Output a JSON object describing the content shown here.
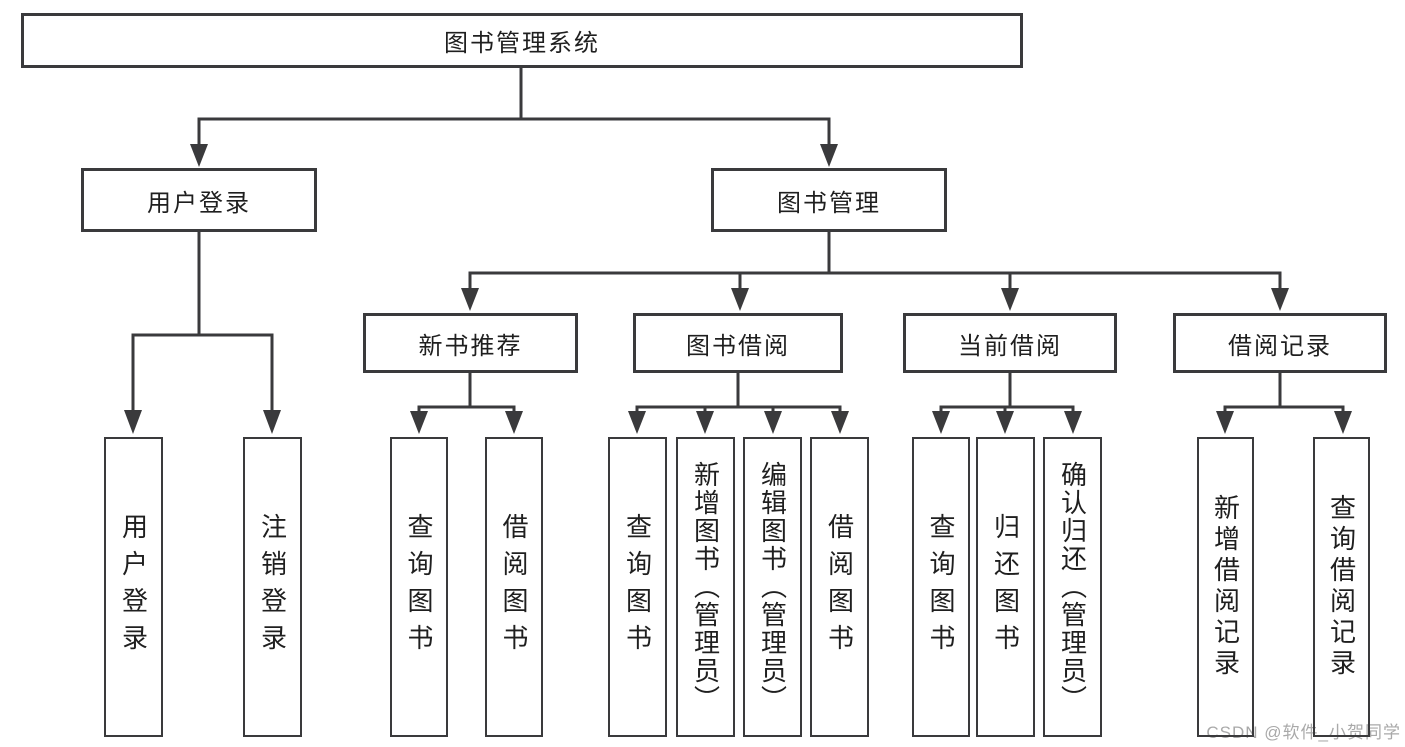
{
  "colors": {
    "line": "#3a3a3c",
    "text": "#1f1f1f",
    "box_background": "#ffffff",
    "watermark": "#a9a9a9"
  },
  "tree": {
    "root": "图书管理系统",
    "branches": [
      {
        "label": "用户登录",
        "children": [
          "用户登录",
          "注销登录"
        ]
      },
      {
        "label": "图书管理",
        "sections": [
          {
            "label": "新书推荐",
            "children": [
              "查询图书",
              "借阅图书"
            ]
          },
          {
            "label": "图书借阅",
            "children": [
              "查询图书",
              "新增图书（管理员）",
              "编辑图书（管理员）",
              "借阅图书"
            ]
          },
          {
            "label": "当前借阅",
            "children": [
              "查询图书",
              "归还图书",
              "确认归还（管理员）"
            ]
          },
          {
            "label": "借阅记录",
            "children": [
              "新增借阅记录",
              "查询借阅记录"
            ]
          }
        ]
      }
    ]
  },
  "watermark": "CSDN @软件_小贺同学"
}
